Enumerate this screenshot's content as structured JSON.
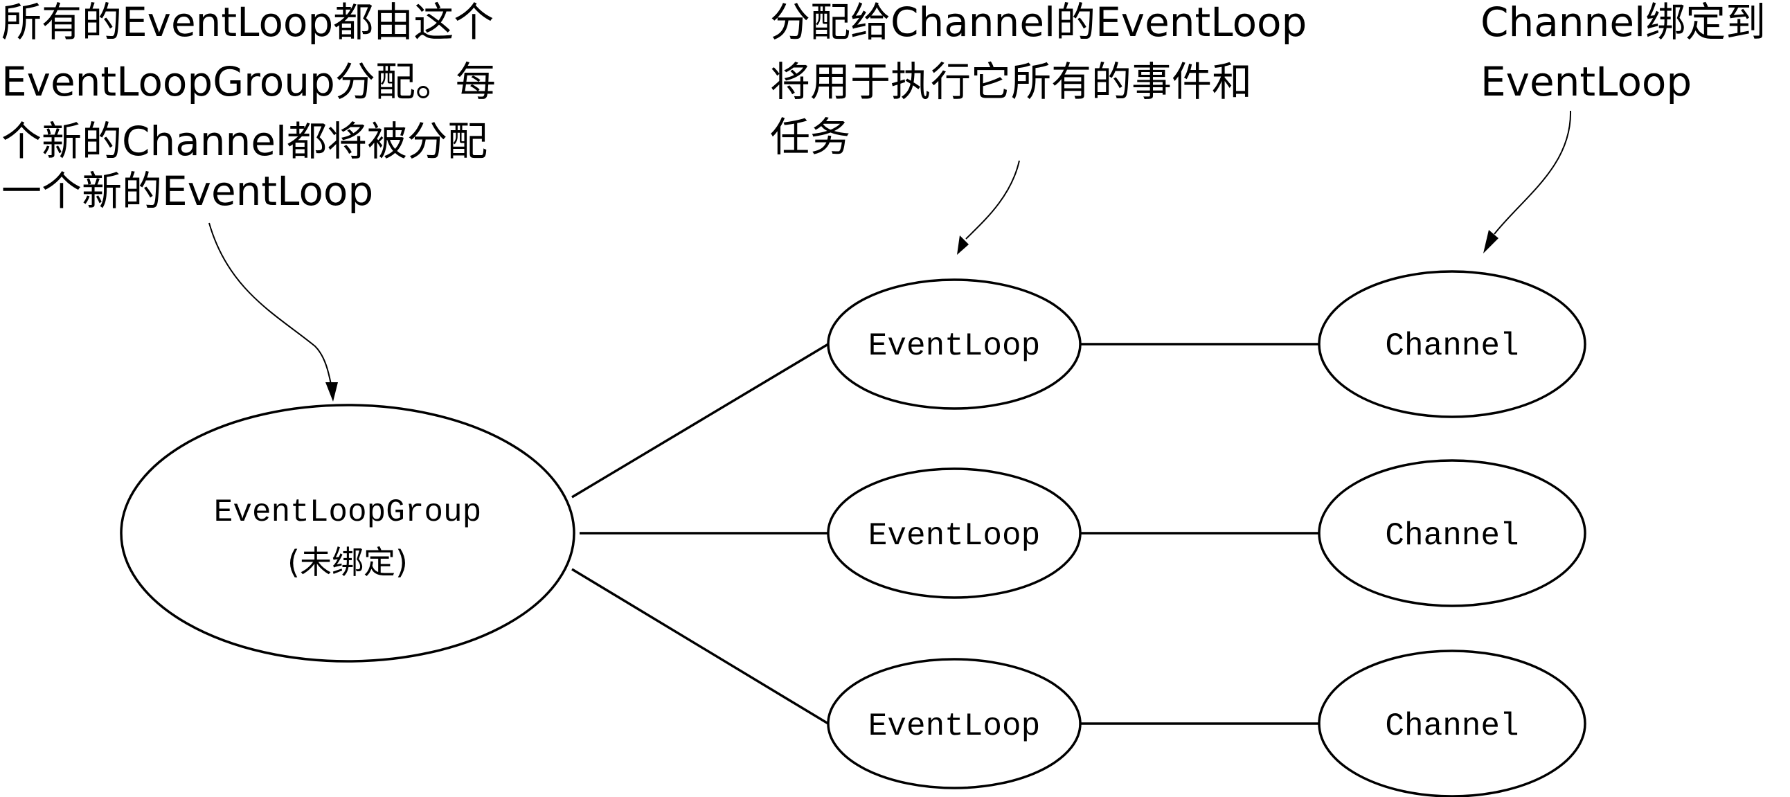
{
  "annotations": {
    "group_note": {
      "lines": [
        "所有的EventLoop都由这个",
        "EventLoopGroup分配。每",
        "个新的Channel都将被分配",
        "一个新的EventLoop"
      ]
    },
    "loop_note": {
      "lines": [
        "分配给Channel的EventLoop",
        "将用于执行它所有的事件和",
        "任务"
      ]
    },
    "bind_note": {
      "lines": [
        "Channel绑定到",
        "EventLoop"
      ]
    }
  },
  "group": {
    "label": "EventLoopGroup",
    "sublabel": "(未绑定)"
  },
  "event_loops": [
    {
      "label": "EventLoop"
    },
    {
      "label": "EventLoop"
    },
    {
      "label": "EventLoop"
    }
  ],
  "channels": [
    {
      "label": "Channel"
    },
    {
      "label": "Channel"
    },
    {
      "label": "Channel"
    }
  ]
}
